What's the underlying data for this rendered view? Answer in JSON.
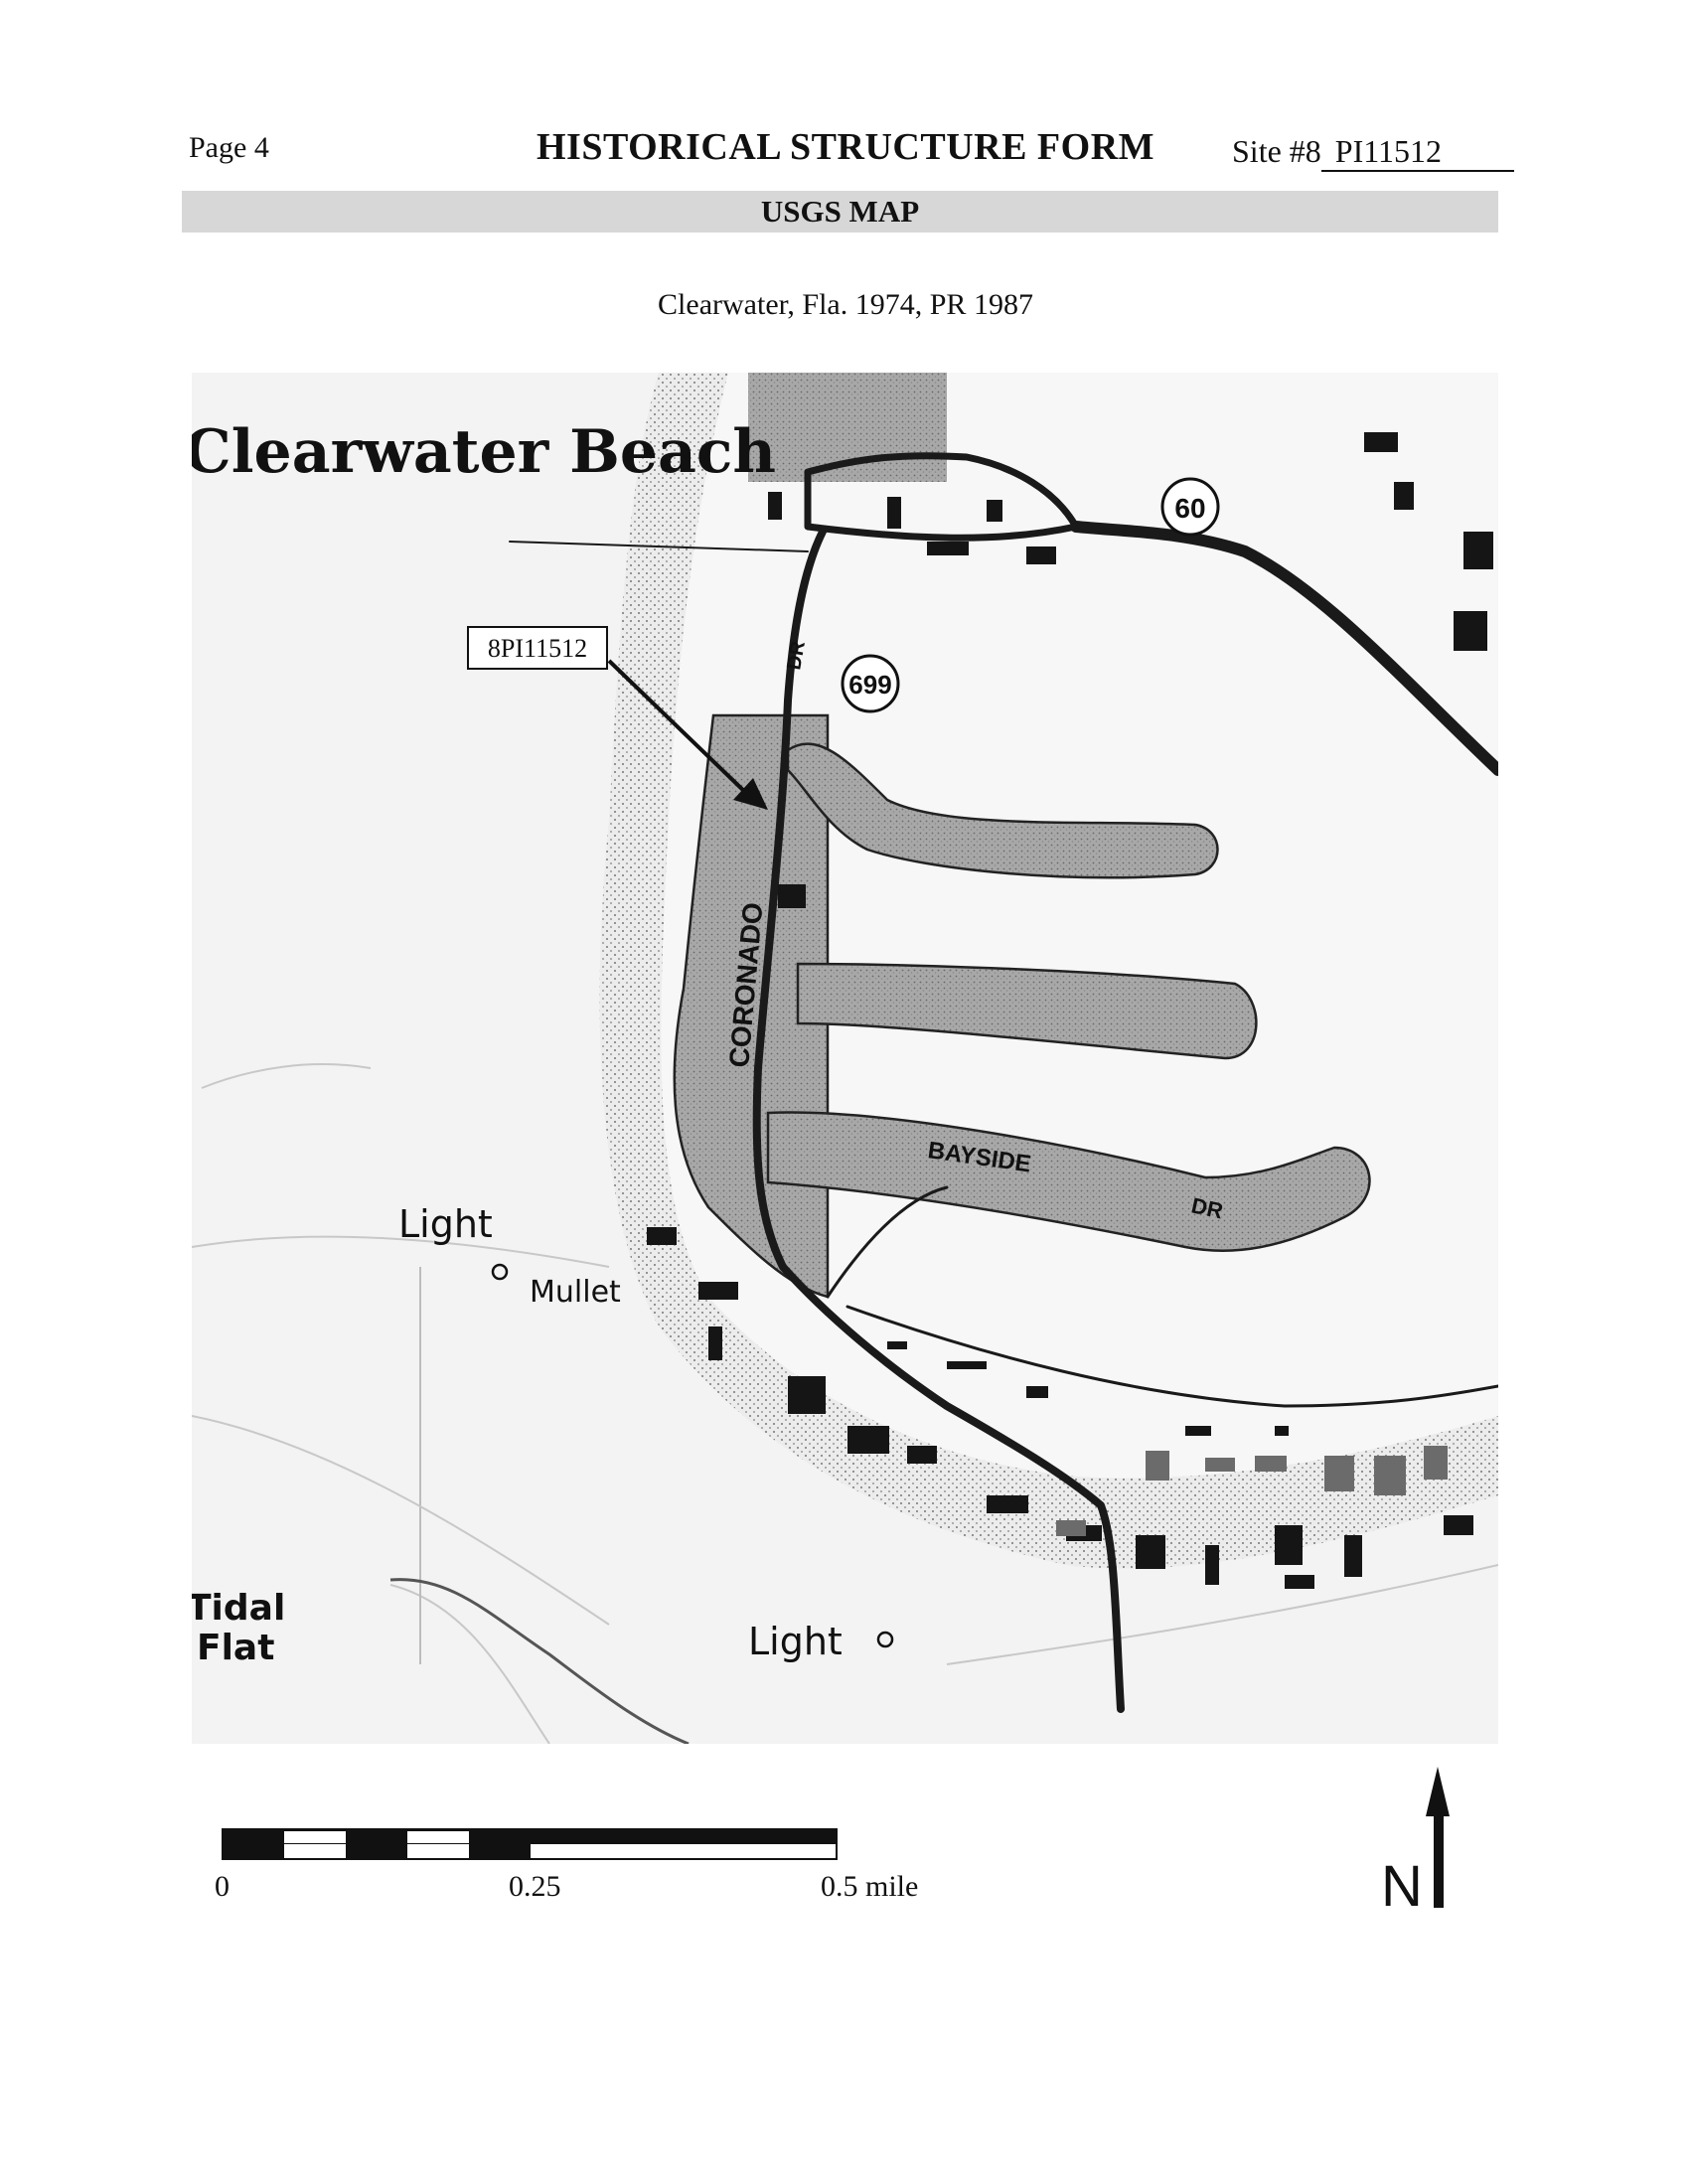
{
  "header": {
    "page": "Page 4",
    "title": "HISTORICAL STRUCTURE  FORM",
    "site_prefix": "Site #8",
    "site_id": "PI11512"
  },
  "banner": "USGS MAP",
  "map": {
    "caption": "Clearwater, Fla. 1974, PR 1987",
    "place_name": "Clearwater Beach",
    "site_callout": "8PI11512",
    "road_labels": {
      "coronado": "CORONADO",
      "bayside": "BAYSIDE",
      "dr": "DR",
      "dr_north": "DR"
    },
    "route_shields": [
      "60",
      "699"
    ],
    "feature_labels": {
      "light_1": "Light",
      "mullet": "Mullet",
      "light_2": "Light",
      "tidal": "Tidal",
      "flat": "Flat"
    },
    "colors": {
      "water": "#f2f2f2",
      "canal_fill": "#9a9a9a",
      "beach_sand": "#e4e4e4",
      "roads": "#1a1a1a"
    }
  },
  "scale": {
    "labels": [
      "0",
      "0.25",
      "0.5 mile"
    ]
  },
  "north_arrow": {
    "letter": "N"
  }
}
